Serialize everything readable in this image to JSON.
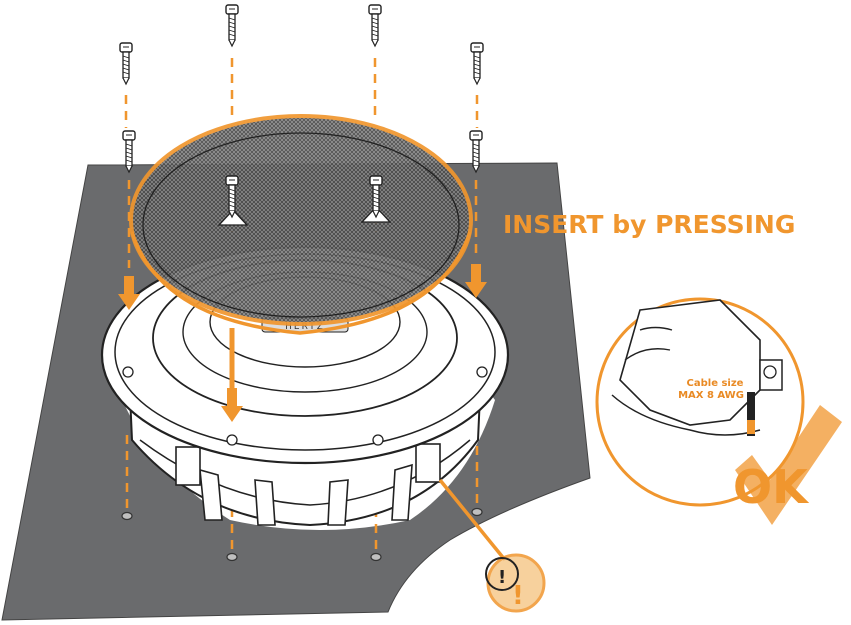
{
  "instruction": "INSERT by PRESSING",
  "detail": {
    "cable_line1": "Cable size",
    "cable_line2": "MAX 8 AWG",
    "ok_label": "OK"
  },
  "brand_label": "HERTZ",
  "warning_icon": "warning-exclamation-icon",
  "warning_symbol": "!",
  "colors": {
    "accent": "#f0962e",
    "panel": "#6a6b6d",
    "outline": "#222222"
  }
}
